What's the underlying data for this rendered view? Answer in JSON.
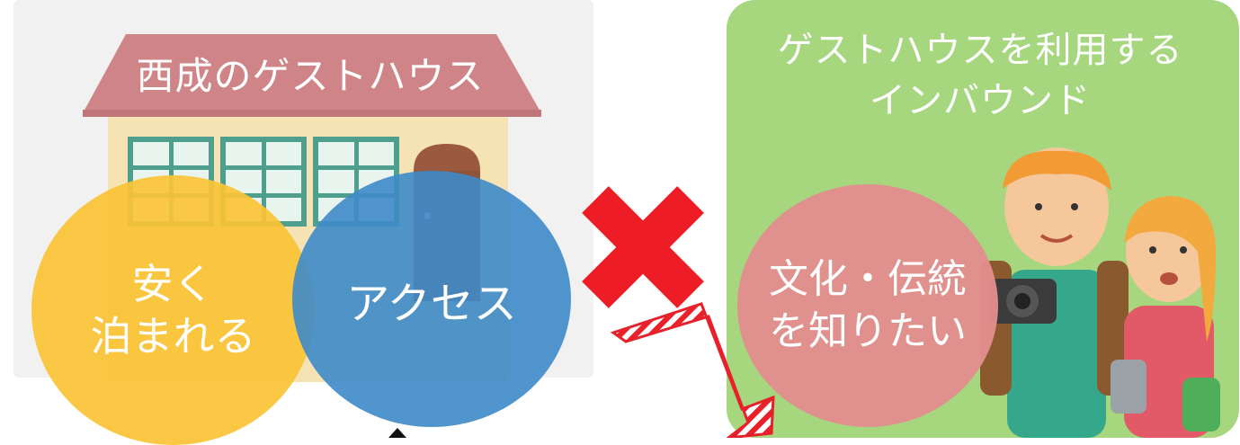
{
  "house": {
    "roof_label": "西成のゲストハウス",
    "circle_left_line1": "安く",
    "circle_left_line2": "泊まれる",
    "circle_right": "アクセス"
  },
  "inbound": {
    "title_line1": "ゲストハウスを利用する",
    "title_line2": "インバウンド",
    "circle_line1": "文化・伝統",
    "circle_line2": "を知りたい"
  },
  "colors": {
    "yellow_circle": "#fbc335",
    "blue_circle": "#3e89c9",
    "pink_circle": "#e28e8e",
    "green_panel": "#a6d77e",
    "roof": "#cf8587",
    "cross": "#ee1c25"
  },
  "icons": [
    "house-illustration",
    "cross-mark-icon",
    "hatched-arrow-icon",
    "tourists-illustration"
  ]
}
